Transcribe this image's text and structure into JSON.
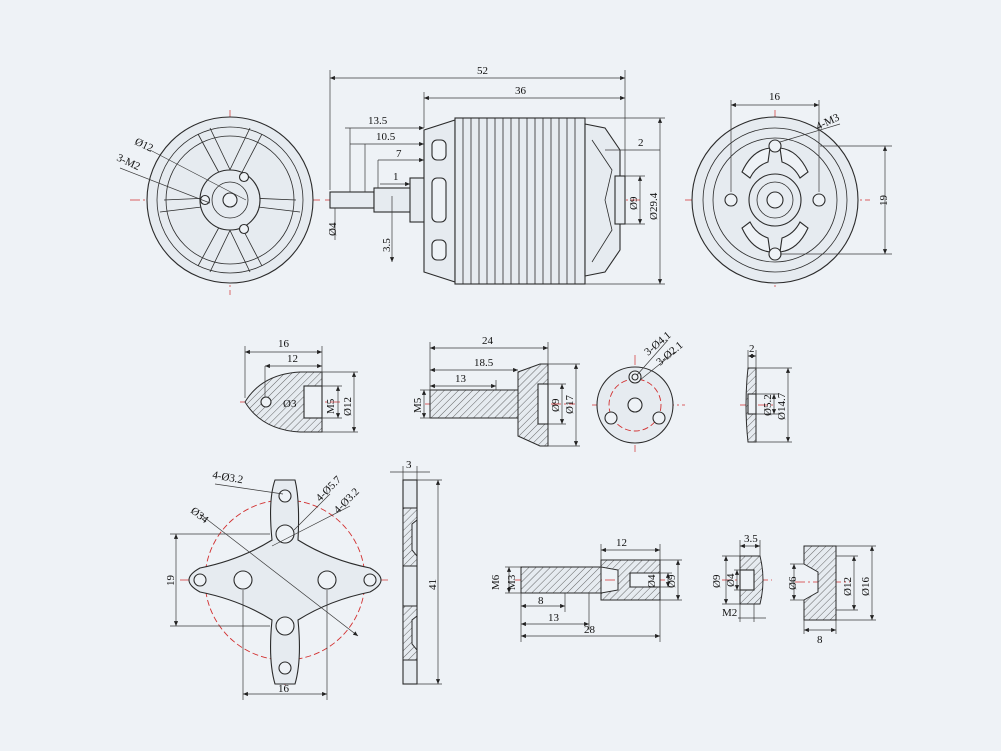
{
  "labels": {
    "front_d12": "Ø12",
    "front_3m2": "3-M2",
    "side_52": "52",
    "side_36": "36",
    "side_13_5": "13.5",
    "side_10_5": "10.5",
    "side_7": "7",
    "side_1": "1",
    "side_2": "2",
    "side_d4": "Ø4",
    "side_3_5": "3.5",
    "side_d9": "Ø9",
    "side_d29_4": "Ø29.4",
    "rear_16": "16",
    "rear_4m3": "4-M3",
    "rear_19": "19",
    "cone_16": "16",
    "cone_12": "12",
    "cone_d3": "Ø3",
    "cone_m5": "M5",
    "cone_d12": "Ø12",
    "shaft_24": "24",
    "shaft_18_5": "18.5",
    "shaft_13": "13",
    "shaft_m5": "M5",
    "shaft_d9": "Ø9",
    "shaft_d17": "Ø17",
    "disc_3d4_1": "3-Ø4.1",
    "disc_3d2_1": "3-Ø2.1",
    "washer_2": "2",
    "washer_d5_2": "Ø5.2",
    "washer_d14_7": "Ø14.7",
    "cross_4d3_2": "4-Ø3.2",
    "cross_4d5_7": "4-Ø5.7",
    "cross_4d3_2b": "4-Ø3.2",
    "cross_d34": "Ø34",
    "cross_19": "19",
    "cross_16": "16",
    "plate_3": "3",
    "plate_41": "41",
    "adapter_12": "12",
    "adapter_m6": "M6",
    "adapter_m3": "M3",
    "adapter_d4": "Ø4",
    "adapter_d9": "Ø9",
    "adapter_8": "8",
    "adapter_13": "13",
    "adapter_28": "28",
    "nut_3_5": "3.5",
    "nut_d9": "Ø9",
    "nut_d4": "Ø4",
    "nut_m2": "M2",
    "collar_d6": "Ø6",
    "collar_d12": "Ø12",
    "collar_d16": "Ø16",
    "collar_8": "8"
  },
  "colors": {
    "line": "#2b2b2b",
    "center": "#d23030",
    "background": "#eef2f6"
  }
}
